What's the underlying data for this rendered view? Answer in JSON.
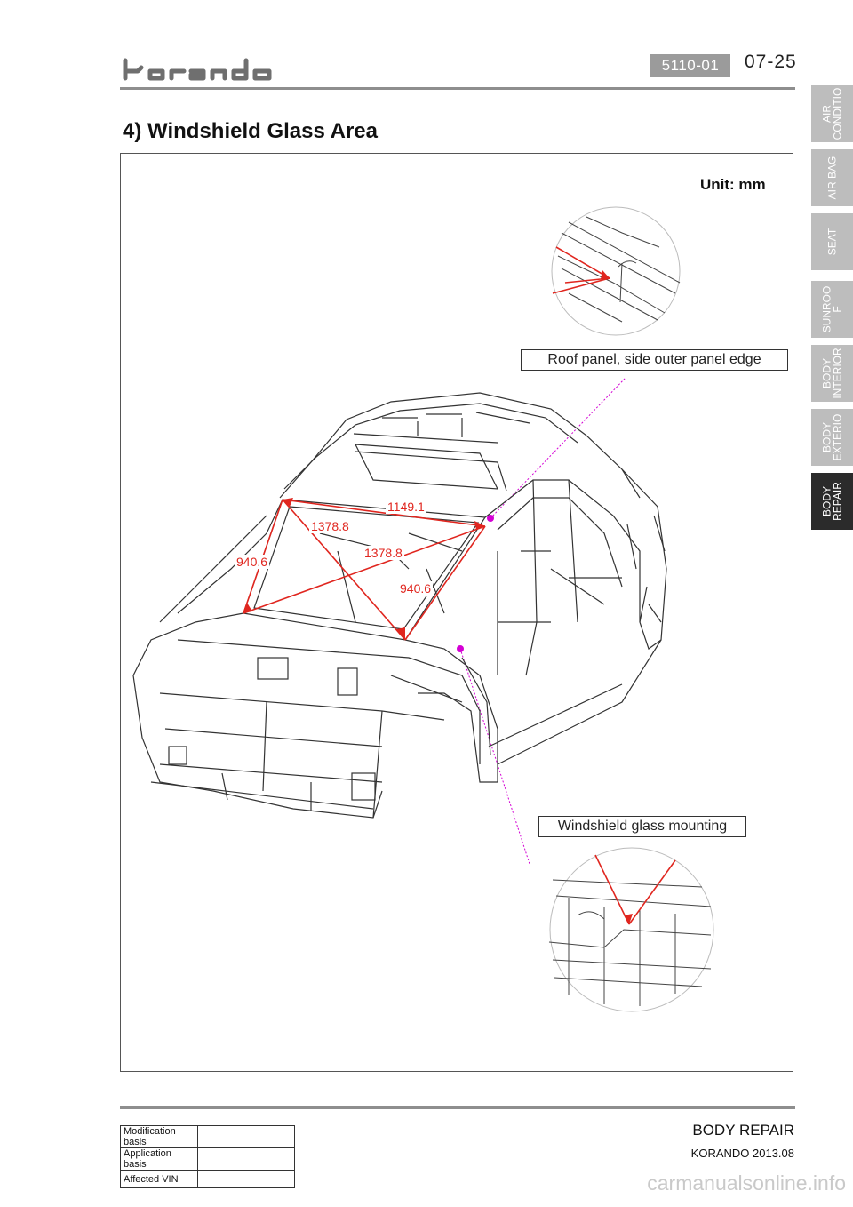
{
  "header": {
    "brand_logo_text": "korando",
    "section_code": "5110-01",
    "page_number": "07-25"
  },
  "title": "4) Windshield Glass Area",
  "side_tabs": [
    {
      "label": "AIR\nCONDITIO",
      "active": false
    },
    {
      "label": "AIR BAG",
      "active": false
    },
    {
      "label": "SEAT",
      "active": false
    },
    {
      "label": "SUNROO\nF",
      "active": false
    },
    {
      "label": "BODY\nINTERIOR",
      "active": false
    },
    {
      "label": "BODY\nEXTERIO",
      "active": false
    },
    {
      "label": "BODY\nREPAIR",
      "active": true
    }
  ],
  "figure": {
    "unit": "Unit: mm",
    "callouts": {
      "roof": "Roof panel, side outer panel edge",
      "windshield": "Windshield glass mounting"
    },
    "dimensions": {
      "top_width": "1149.1",
      "diagonal_left": "1378.8",
      "diagonal_right": "1378.8",
      "side_left": "940.6",
      "side_right": "940.6"
    },
    "colors": {
      "dimension": "#e0261f",
      "leader": "#d400d4",
      "line_art": "#333333"
    }
  },
  "footer": {
    "table": [
      {
        "label": "Modification basis",
        "value": ""
      },
      {
        "label": "Application basis",
        "value": ""
      },
      {
        "label": "Affected VIN",
        "value": ""
      }
    ],
    "section_name": "BODY REPAIR",
    "edition": "KORANDO 2013.08",
    "watermark": "carmanualsonline.info"
  }
}
